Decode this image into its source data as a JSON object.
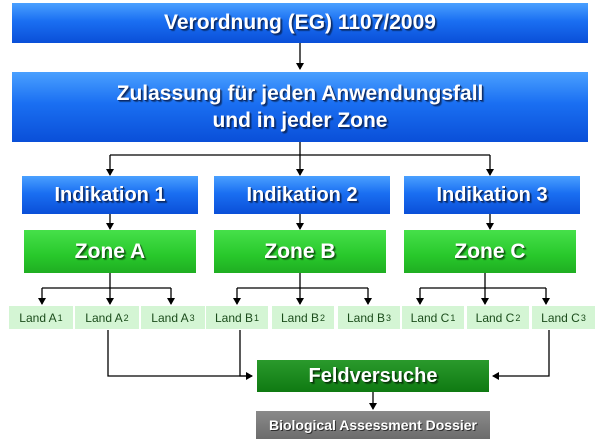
{
  "title": "Verordnung (EG) 1107/2009",
  "approval": {
    "line1": "Zulassung für jeden Anwendungsfall",
    "line2": "und in jeder Zone"
  },
  "indications": [
    "Indikation 1",
    "Indikation 2",
    "Indikation 3"
  ],
  "zones": [
    "Zone A",
    "Zone B",
    "Zone C"
  ],
  "lands": [
    {
      "base": "Land A",
      "idx": "1"
    },
    {
      "base": "Land A",
      "idx": "2"
    },
    {
      "base": "Land A",
      "idx": "3"
    },
    {
      "base": "Land B",
      "idx": "1"
    },
    {
      "base": "Land B",
      "idx": "2"
    },
    {
      "base": "Land B",
      "idx": "3"
    },
    {
      "base": "Land C",
      "idx": "1"
    },
    {
      "base": "Land C",
      "idx": "2"
    },
    {
      "base": "Land C",
      "idx": "3"
    }
  ],
  "field_trials": "Feldversuche",
  "dossier": "Biological Assessment Dossier",
  "colors": {
    "blue": "#1a6ff2",
    "green": "#28c82b",
    "land_bg": "#d4f5d4",
    "dark_green": "#0f7a12",
    "gray": "#7a7a7a"
  }
}
